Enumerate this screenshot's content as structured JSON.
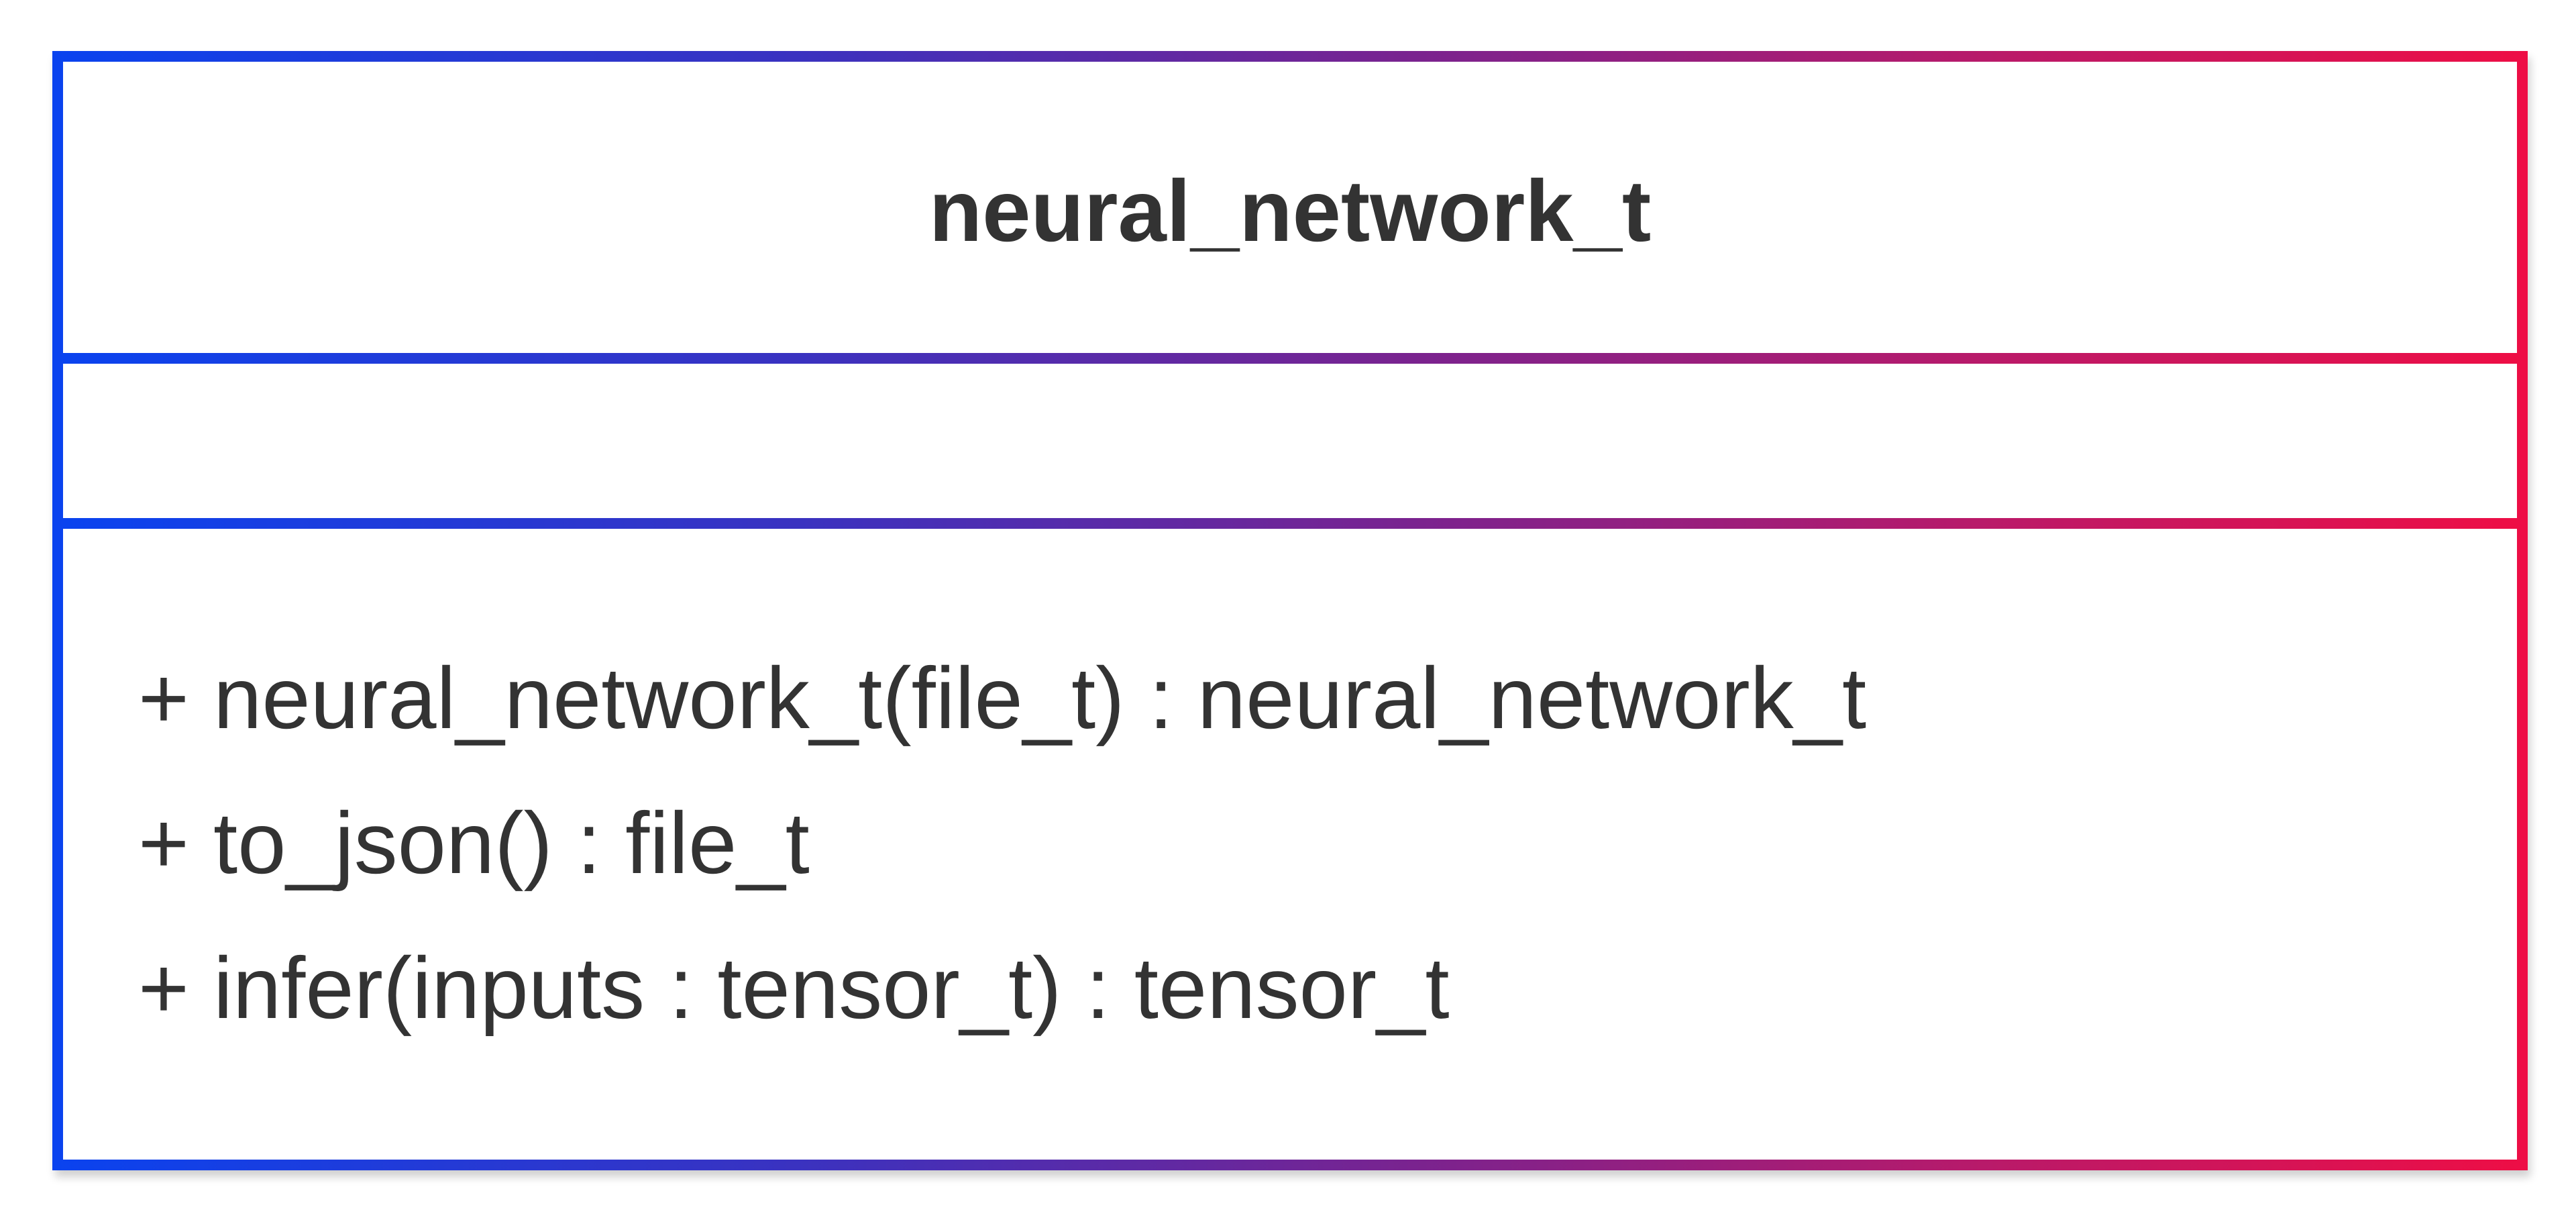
{
  "diagram": {
    "type": "uml-class",
    "class_name": "neural_network_t",
    "attributes": [],
    "methods": [
      "+ neural_network_t(file_t) : neural_network_t",
      "+ to_json() : file_t",
      "+ infer(inputs : tensor_t) : tensor_t"
    ],
    "border_gradient": [
      "#0a43ef",
      "#ee0e45"
    ],
    "text_color": "#333333"
  }
}
